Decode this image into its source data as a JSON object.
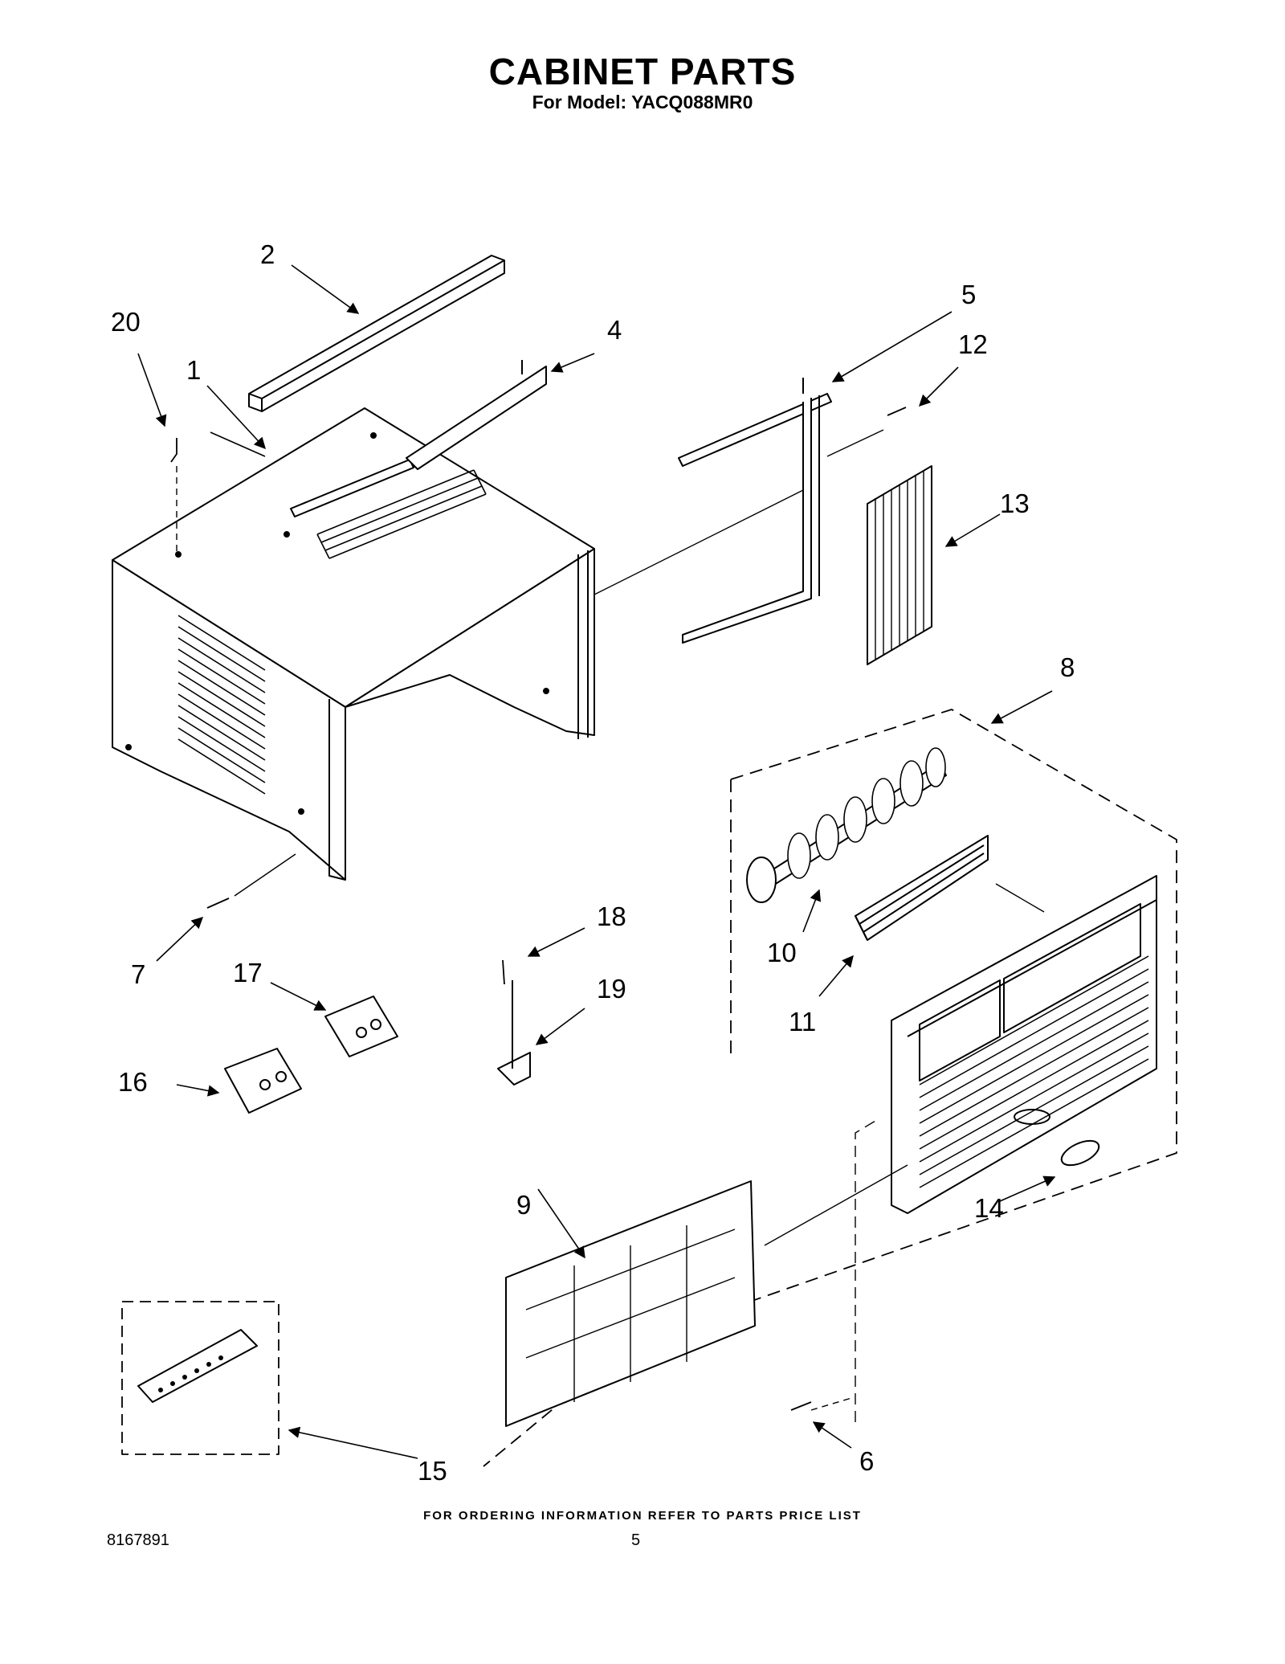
{
  "header": {
    "title": "CABINET PARTS",
    "subtitle": "For Model: YACQ088MR0"
  },
  "callouts": {
    "c1": "1",
    "c2": "2",
    "c4": "4",
    "c5": "5",
    "c6": "6",
    "c7": "7",
    "c8": "8",
    "c9": "9",
    "c10": "10",
    "c11": "11",
    "c12": "12",
    "c13": "13",
    "c14": "14",
    "c15": "15",
    "c16": "16",
    "c17": "17",
    "c18": "18",
    "c19": "19",
    "c20": "20"
  },
  "footer": {
    "note": "FOR ORDERING INFORMATION REFER TO PARTS PRICE LIST",
    "doc_number": "8167891",
    "page_number": "5"
  }
}
